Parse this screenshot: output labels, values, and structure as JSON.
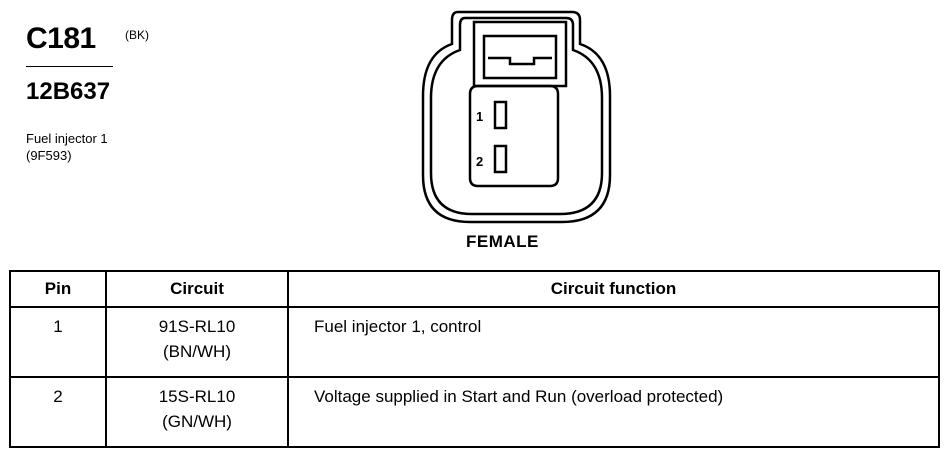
{
  "connector": {
    "id": "C181",
    "color_code": "(BK)",
    "part_number": "12B637",
    "description_line1": "Fuel injector 1",
    "description_line2": "(9F593)",
    "gender": "FEMALE",
    "pin_labels": [
      "1",
      "2"
    ]
  },
  "table": {
    "headers": [
      "Pin",
      "Circuit",
      "Circuit function"
    ],
    "rows": [
      {
        "pin": "1",
        "circuit": "91S-RL10",
        "wire": "(BN/WH)",
        "function": "Fuel injector 1, control"
      },
      {
        "pin": "2",
        "circuit": "15S-RL10",
        "wire": "(GN/WH)",
        "function": "Voltage supplied in Start and Run (overload protected)"
      }
    ]
  }
}
